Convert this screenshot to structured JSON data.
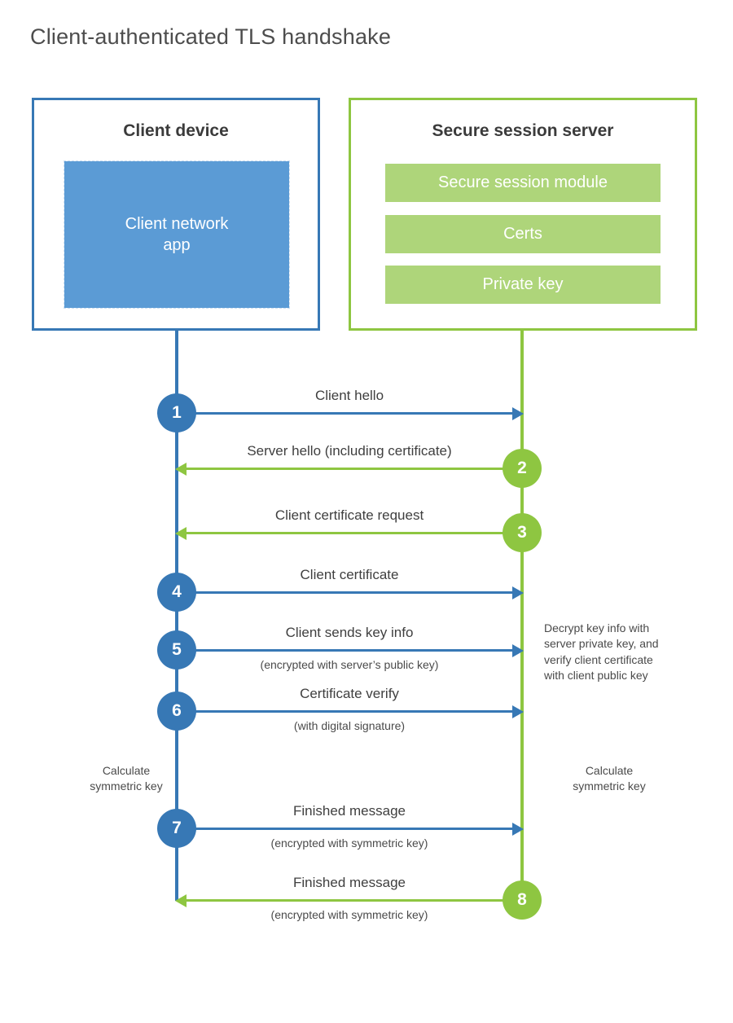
{
  "title": "Client-authenticated TLS handshake",
  "client": {
    "box_title": "Client device",
    "app_label": "Client network\napp",
    "border_color": "#3778b5",
    "app_fill": "#5b9bd5"
  },
  "server": {
    "box_title": "Secure session server",
    "border_color": "#8ec641",
    "bar_fill": "#aed57a",
    "bars": [
      {
        "label": "Secure session module"
      },
      {
        "label": "Certs"
      },
      {
        "label": "Private key"
      }
    ]
  },
  "steps": [
    {
      "number": "1",
      "label": "Client hello",
      "sub": "",
      "direction": "client-to-server",
      "color": "#3778b5"
    },
    {
      "number": "2",
      "label": "Server hello (including certificate)",
      "sub": "",
      "direction": "server-to-client",
      "color": "#8ec641"
    },
    {
      "number": "3",
      "label": "Client certificate request",
      "sub": "",
      "direction": "server-to-client",
      "color": "#8ec641"
    },
    {
      "number": "4",
      "label": "Client certificate",
      "sub": "",
      "direction": "client-to-server",
      "color": "#3778b5"
    },
    {
      "number": "5",
      "label": "Client sends key info",
      "sub": "(encrypted with server’s public key)",
      "direction": "client-to-server",
      "color": "#3778b5"
    },
    {
      "number": "6",
      "label": "Certificate verify",
      "sub": "(with digital signature)",
      "direction": "client-to-server",
      "color": "#3778b5"
    },
    {
      "number": "7",
      "label": "Finished message",
      "sub": "(encrypted with symmetric key)",
      "direction": "client-to-server",
      "color": "#3778b5"
    },
    {
      "number": "8",
      "label": "Finished message",
      "sub": "(encrypted with symmetric key)",
      "direction": "server-to-client",
      "color": "#8ec641"
    }
  ],
  "notes": {
    "server_decrypt": "Decrypt key info with\nserver private key, and\nverify client certificate\nwith client public key",
    "client_calc": "Calculate\nsymmetric key",
    "server_calc": "Calculate\nsymmetric key"
  }
}
